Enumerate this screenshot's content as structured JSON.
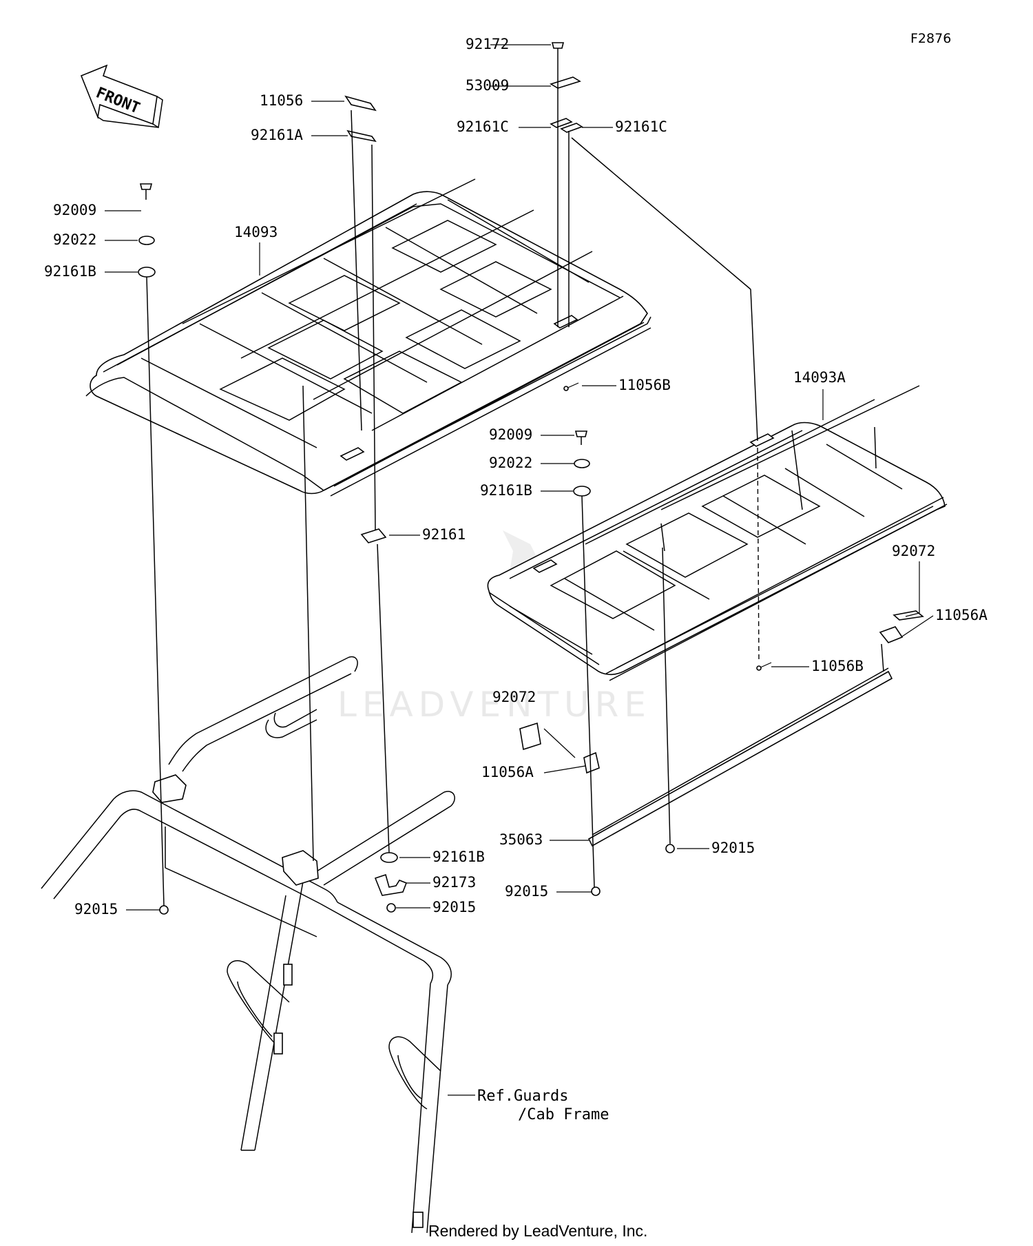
{
  "figure_id": "F2876",
  "watermark": "LEADVENTURE",
  "credit": "Rendered by LeadVenture, Inc.",
  "front_label": "FRONT",
  "parts": {
    "p92172": "92172",
    "p53009": "53009",
    "p92161C_left": "92161C",
    "p92161C_right": "92161C",
    "p11056": "11056",
    "p92161A": "92161A",
    "p92009_top": "92009",
    "p92022_top": "92022",
    "p92161B_top": "92161B",
    "p14093": "14093",
    "p11056B_top": "11056B",
    "p14093A": "14093A",
    "p92009_mid": "92009",
    "p92022_mid": "92022",
    "p92161B_mid": "92161B",
    "p92161": "92161",
    "p92072_right": "92072",
    "p11056A_right": "11056A",
    "p11056B_mid": "11056B",
    "p92072_left": "92072",
    "p11056A_left": "11056A",
    "p35063": "35063",
    "p92015_right": "92015",
    "p92015_mid": "92015",
    "p92161B_low": "92161B",
    "p92173": "92173",
    "p92015_low": "92015",
    "p92015_left": "92015"
  },
  "reference": {
    "line1": "Ref.Guards",
    "line2": "/Cab Frame"
  }
}
